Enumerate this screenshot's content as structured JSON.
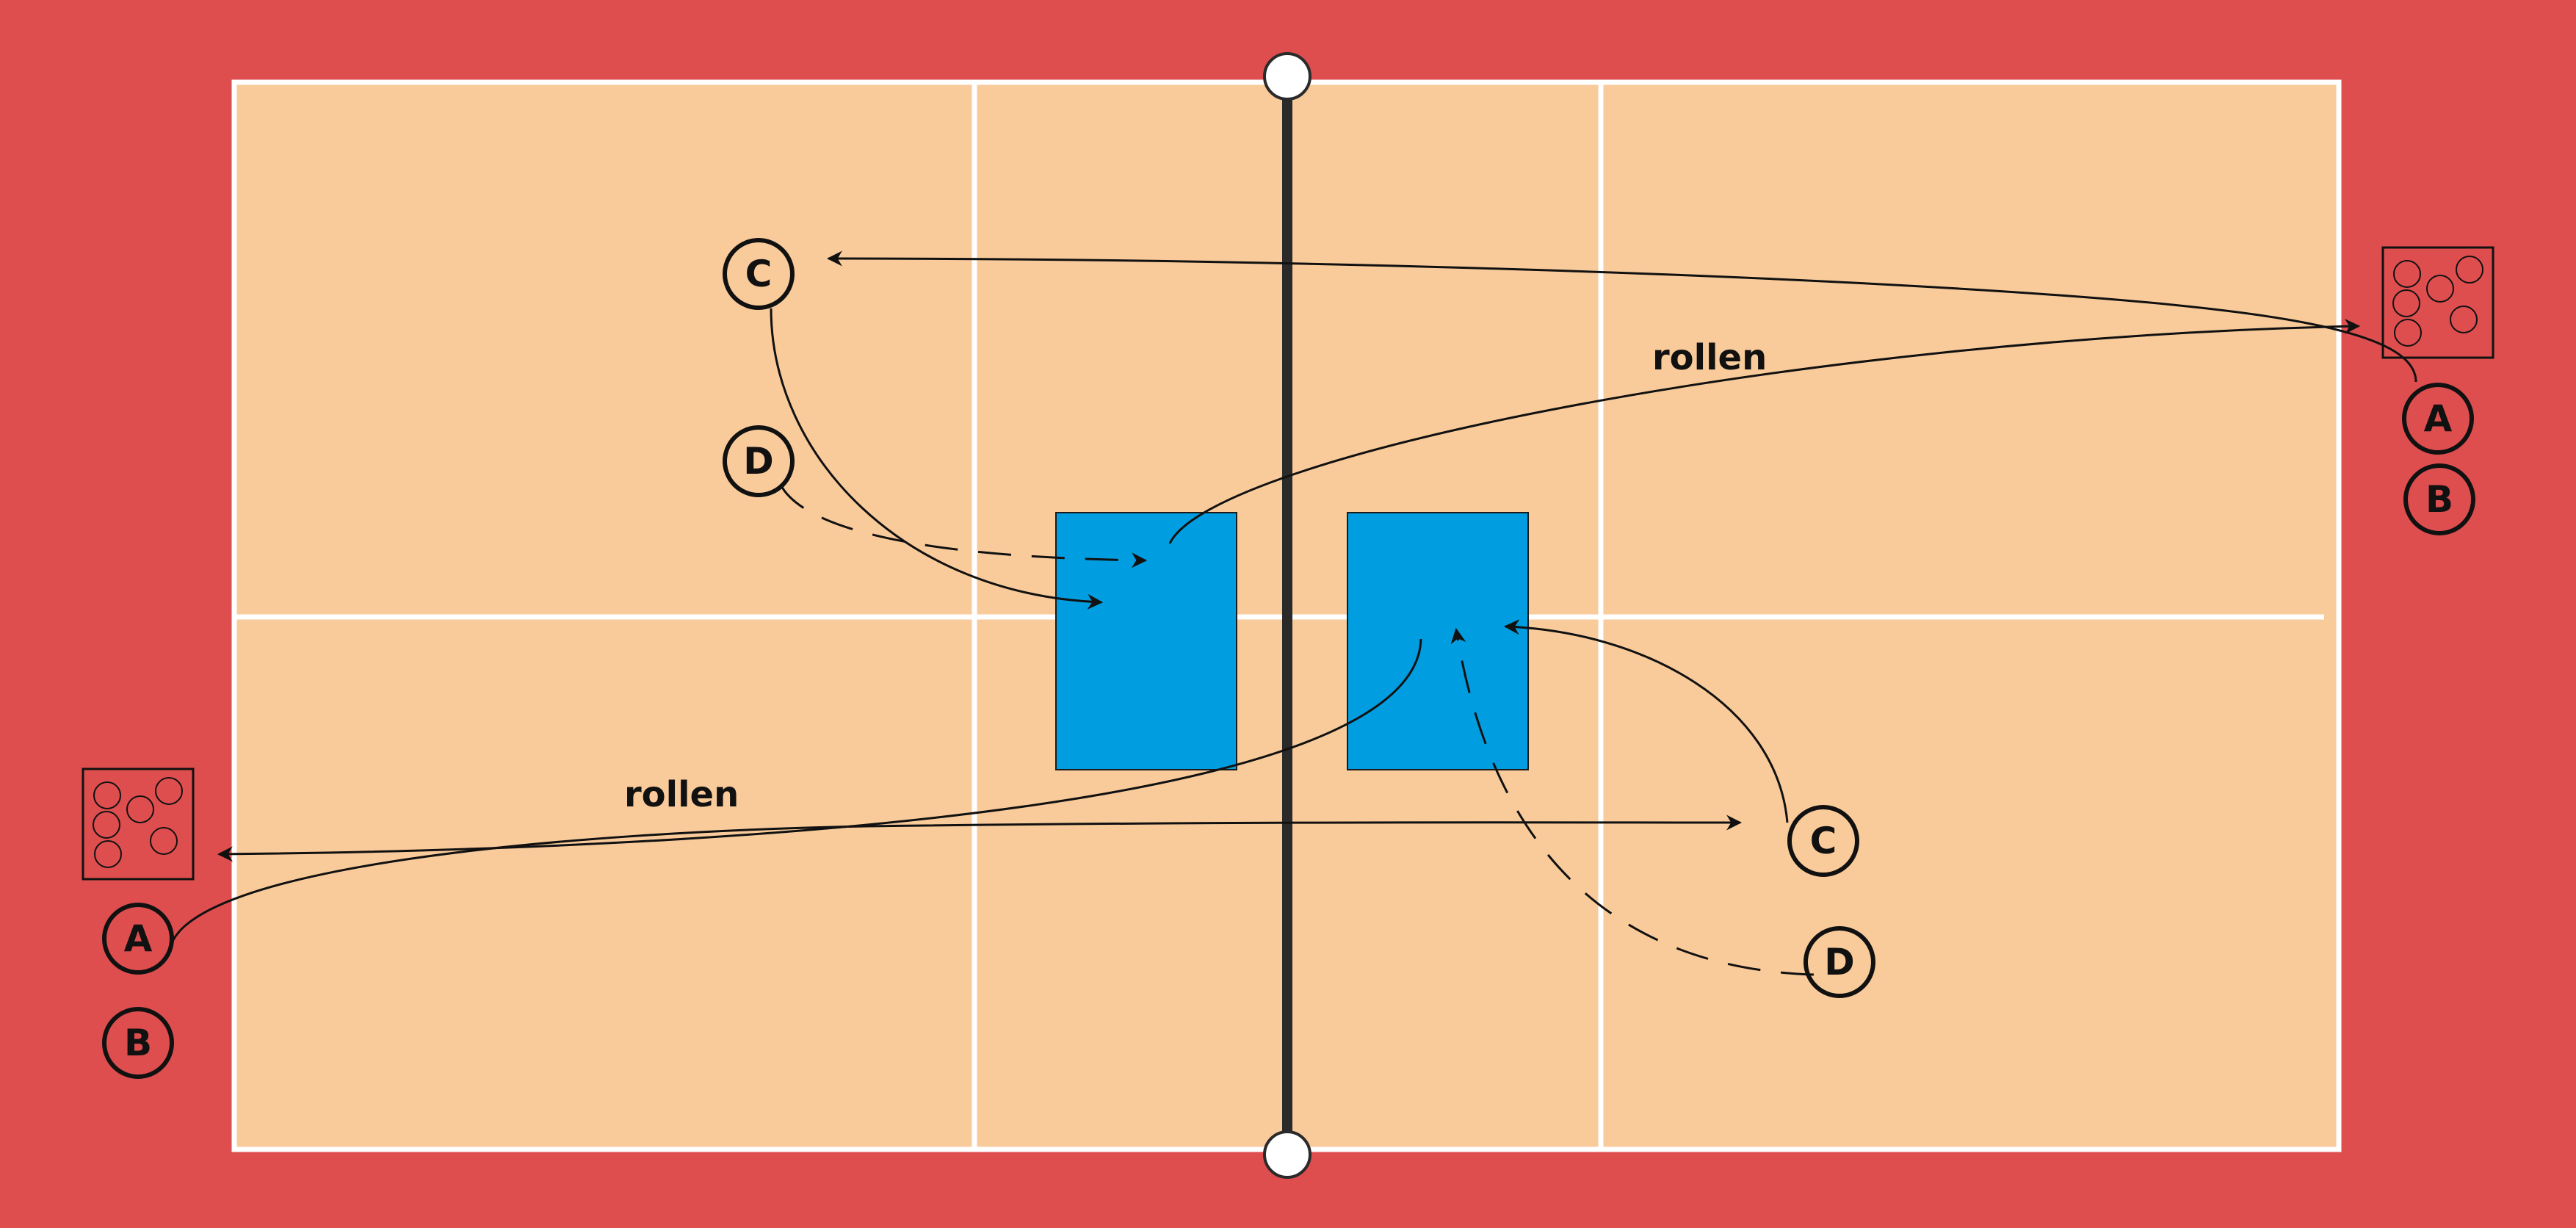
{
  "colors": {
    "surround": "#de4e4f",
    "court": "#f9cb9b",
    "court_line": "#ffffff",
    "net": "#2a2a2a",
    "mat": "#009ee0",
    "ink": "#111111"
  },
  "labels": {
    "rollen_top": "rollen",
    "rollen_bottom": "rollen"
  },
  "players": {
    "top_left_c": "C",
    "top_left_d": "D",
    "right_a": "A",
    "right_b": "B",
    "left_a": "A",
    "left_b": "B",
    "bottom_right_c": "C",
    "bottom_right_d": "D"
  }
}
